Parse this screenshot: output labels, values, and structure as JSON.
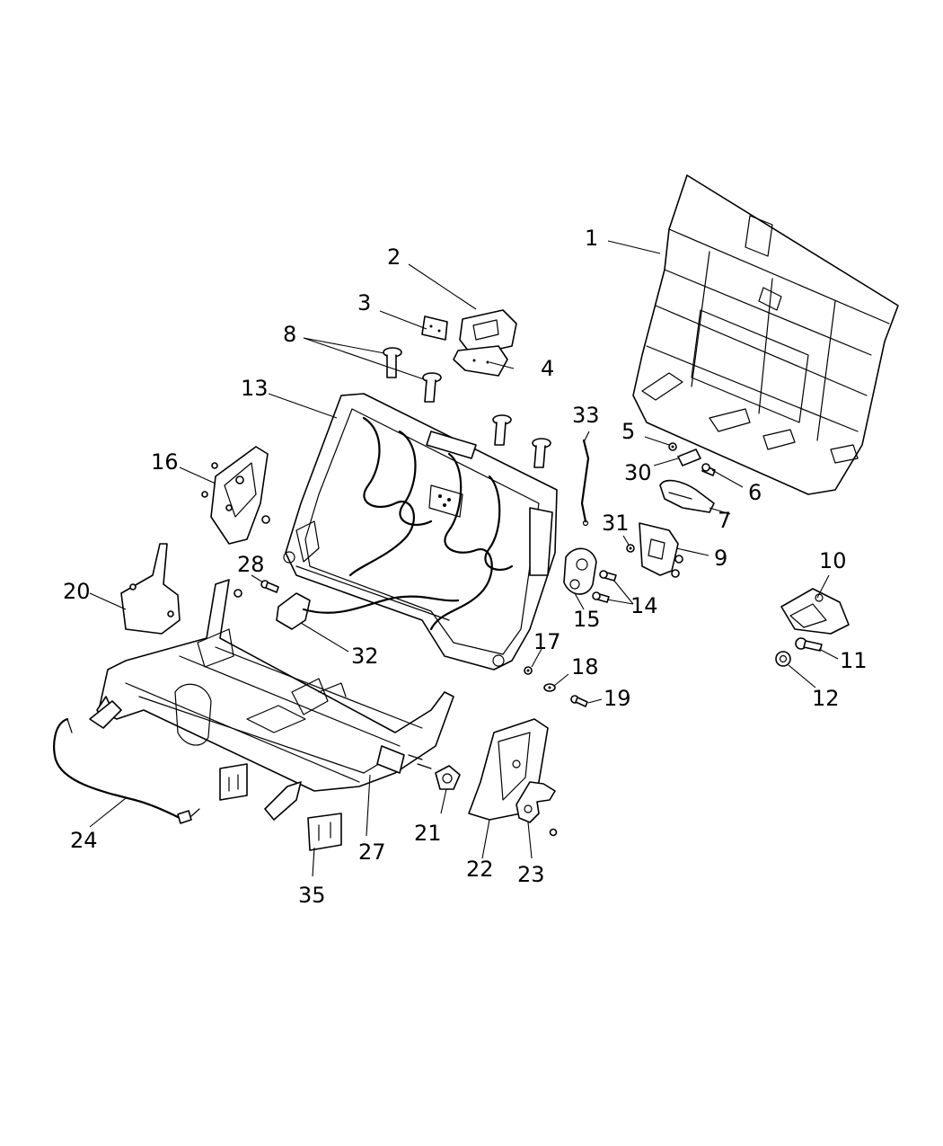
{
  "callouts": [
    {
      "id": "1",
      "text": "1"
    },
    {
      "id": "2",
      "text": "2"
    },
    {
      "id": "3",
      "text": "3"
    },
    {
      "id": "4",
      "text": "4"
    },
    {
      "id": "5",
      "text": "5"
    },
    {
      "id": "6",
      "text": "6"
    },
    {
      "id": "7",
      "text": "7"
    },
    {
      "id": "8",
      "text": "8"
    },
    {
      "id": "9",
      "text": "9"
    },
    {
      "id": "10",
      "text": "10"
    },
    {
      "id": "11",
      "text": "11"
    },
    {
      "id": "12",
      "text": "12"
    },
    {
      "id": "13",
      "text": "13"
    },
    {
      "id": "14",
      "text": "14"
    },
    {
      "id": "15",
      "text": "15"
    },
    {
      "id": "16",
      "text": "16"
    },
    {
      "id": "17",
      "text": "17"
    },
    {
      "id": "18",
      "text": "18"
    },
    {
      "id": "19",
      "text": "19"
    },
    {
      "id": "20",
      "text": "20"
    },
    {
      "id": "21",
      "text": "21"
    },
    {
      "id": "22",
      "text": "22"
    },
    {
      "id": "23",
      "text": "23"
    },
    {
      "id": "24",
      "text": "24"
    },
    {
      "id": "27",
      "text": "27"
    },
    {
      "id": "28",
      "text": "28"
    },
    {
      "id": "30",
      "text": "30"
    },
    {
      "id": "31",
      "text": "31"
    },
    {
      "id": "32",
      "text": "32"
    },
    {
      "id": "33",
      "text": "33"
    },
    {
      "id": "35",
      "text": "35"
    }
  ]
}
